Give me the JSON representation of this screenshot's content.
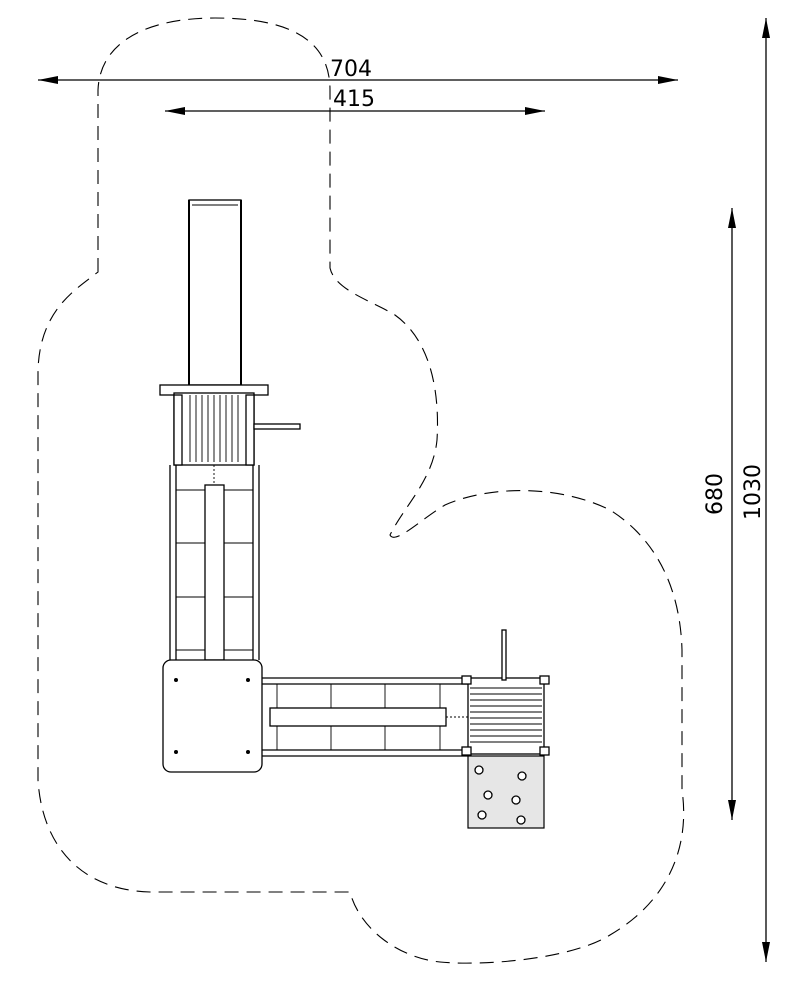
{
  "dimensions": {
    "overall_width": "704",
    "inner_width": "415",
    "inner_height": "680",
    "overall_height": "1030"
  }
}
